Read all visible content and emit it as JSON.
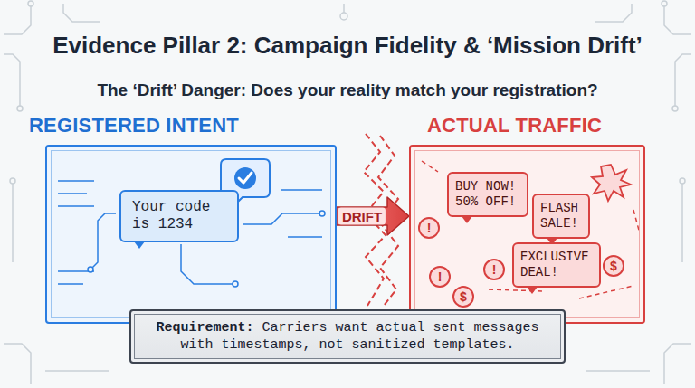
{
  "diagram": {
    "title": "Evidence Pillar 2: Campaign Fidelity & ‘Mission Drift’",
    "nodes": [
      {
        "text": [
          "REGISTERED INTENT"
        ]
      },
      {
        "text": [
          "Your code is 1234"
        ],
        "in": 0
      },
      {
        "text": [
          "ACTUAL TRAFFIC"
        ]
      },
      {
        "text": [
          "BUY NOW! 50% OFF!"
        ],
        "in": 2
      },
      {
        "text": [
          "FLASH SALE!"
        ],
        "in": 2
      },
      {
        "text": [
          "EXCLUSIVE DEAL!"
        ],
        "in": 2
      },
      {
        "text": [
          "Requirement:",
          "Carriers want actual sent messages with timestamps, not sanitized templates."
        ]
      }
    ],
    "edges": [
      {
        "from": 0,
        "to": 2,
        "arrow": "to",
        "label": "DRIFT"
      }
    ],
    "labels": [
      "The ‘Drift’ Danger: Does your reality match your registration?",
      "!",
      "!",
      "!",
      "$",
      "$"
    ]
  }
}
